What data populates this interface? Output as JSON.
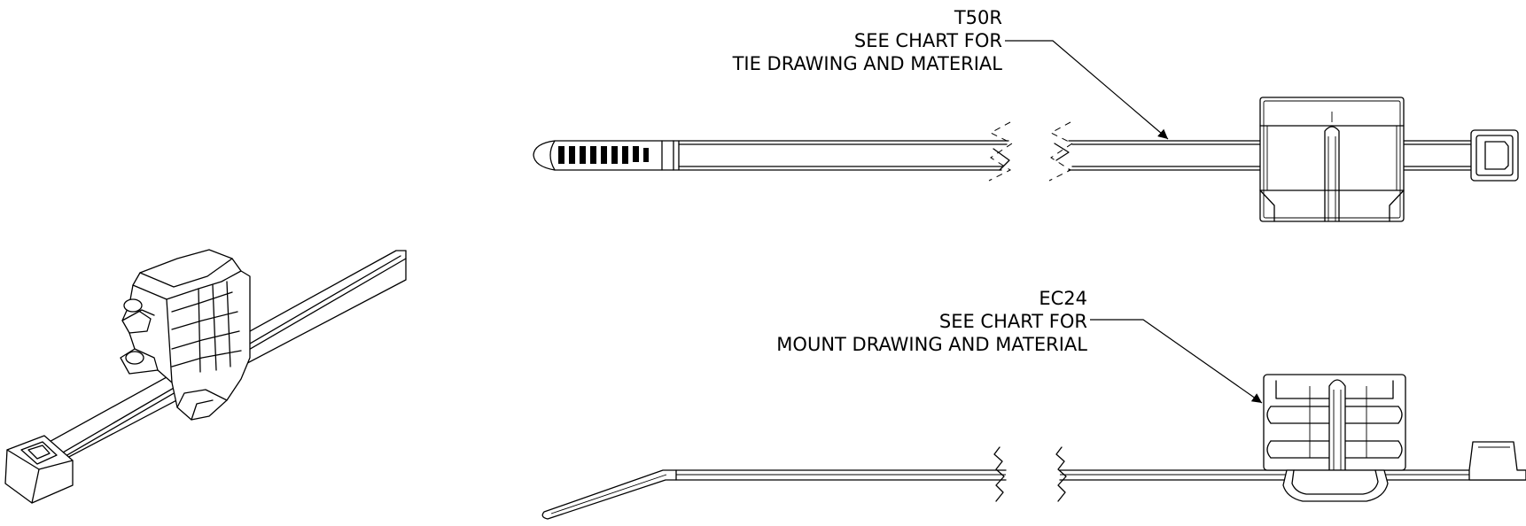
{
  "callouts": {
    "tie": {
      "part": "T50R",
      "line1": "SEE CHART FOR",
      "line2": "TIE DRAWING AND MATERIAL"
    },
    "mount": {
      "part": "EC24",
      "line1": "SEE CHART FOR",
      "line2": "MOUNT DRAWING AND MATERIAL"
    }
  }
}
